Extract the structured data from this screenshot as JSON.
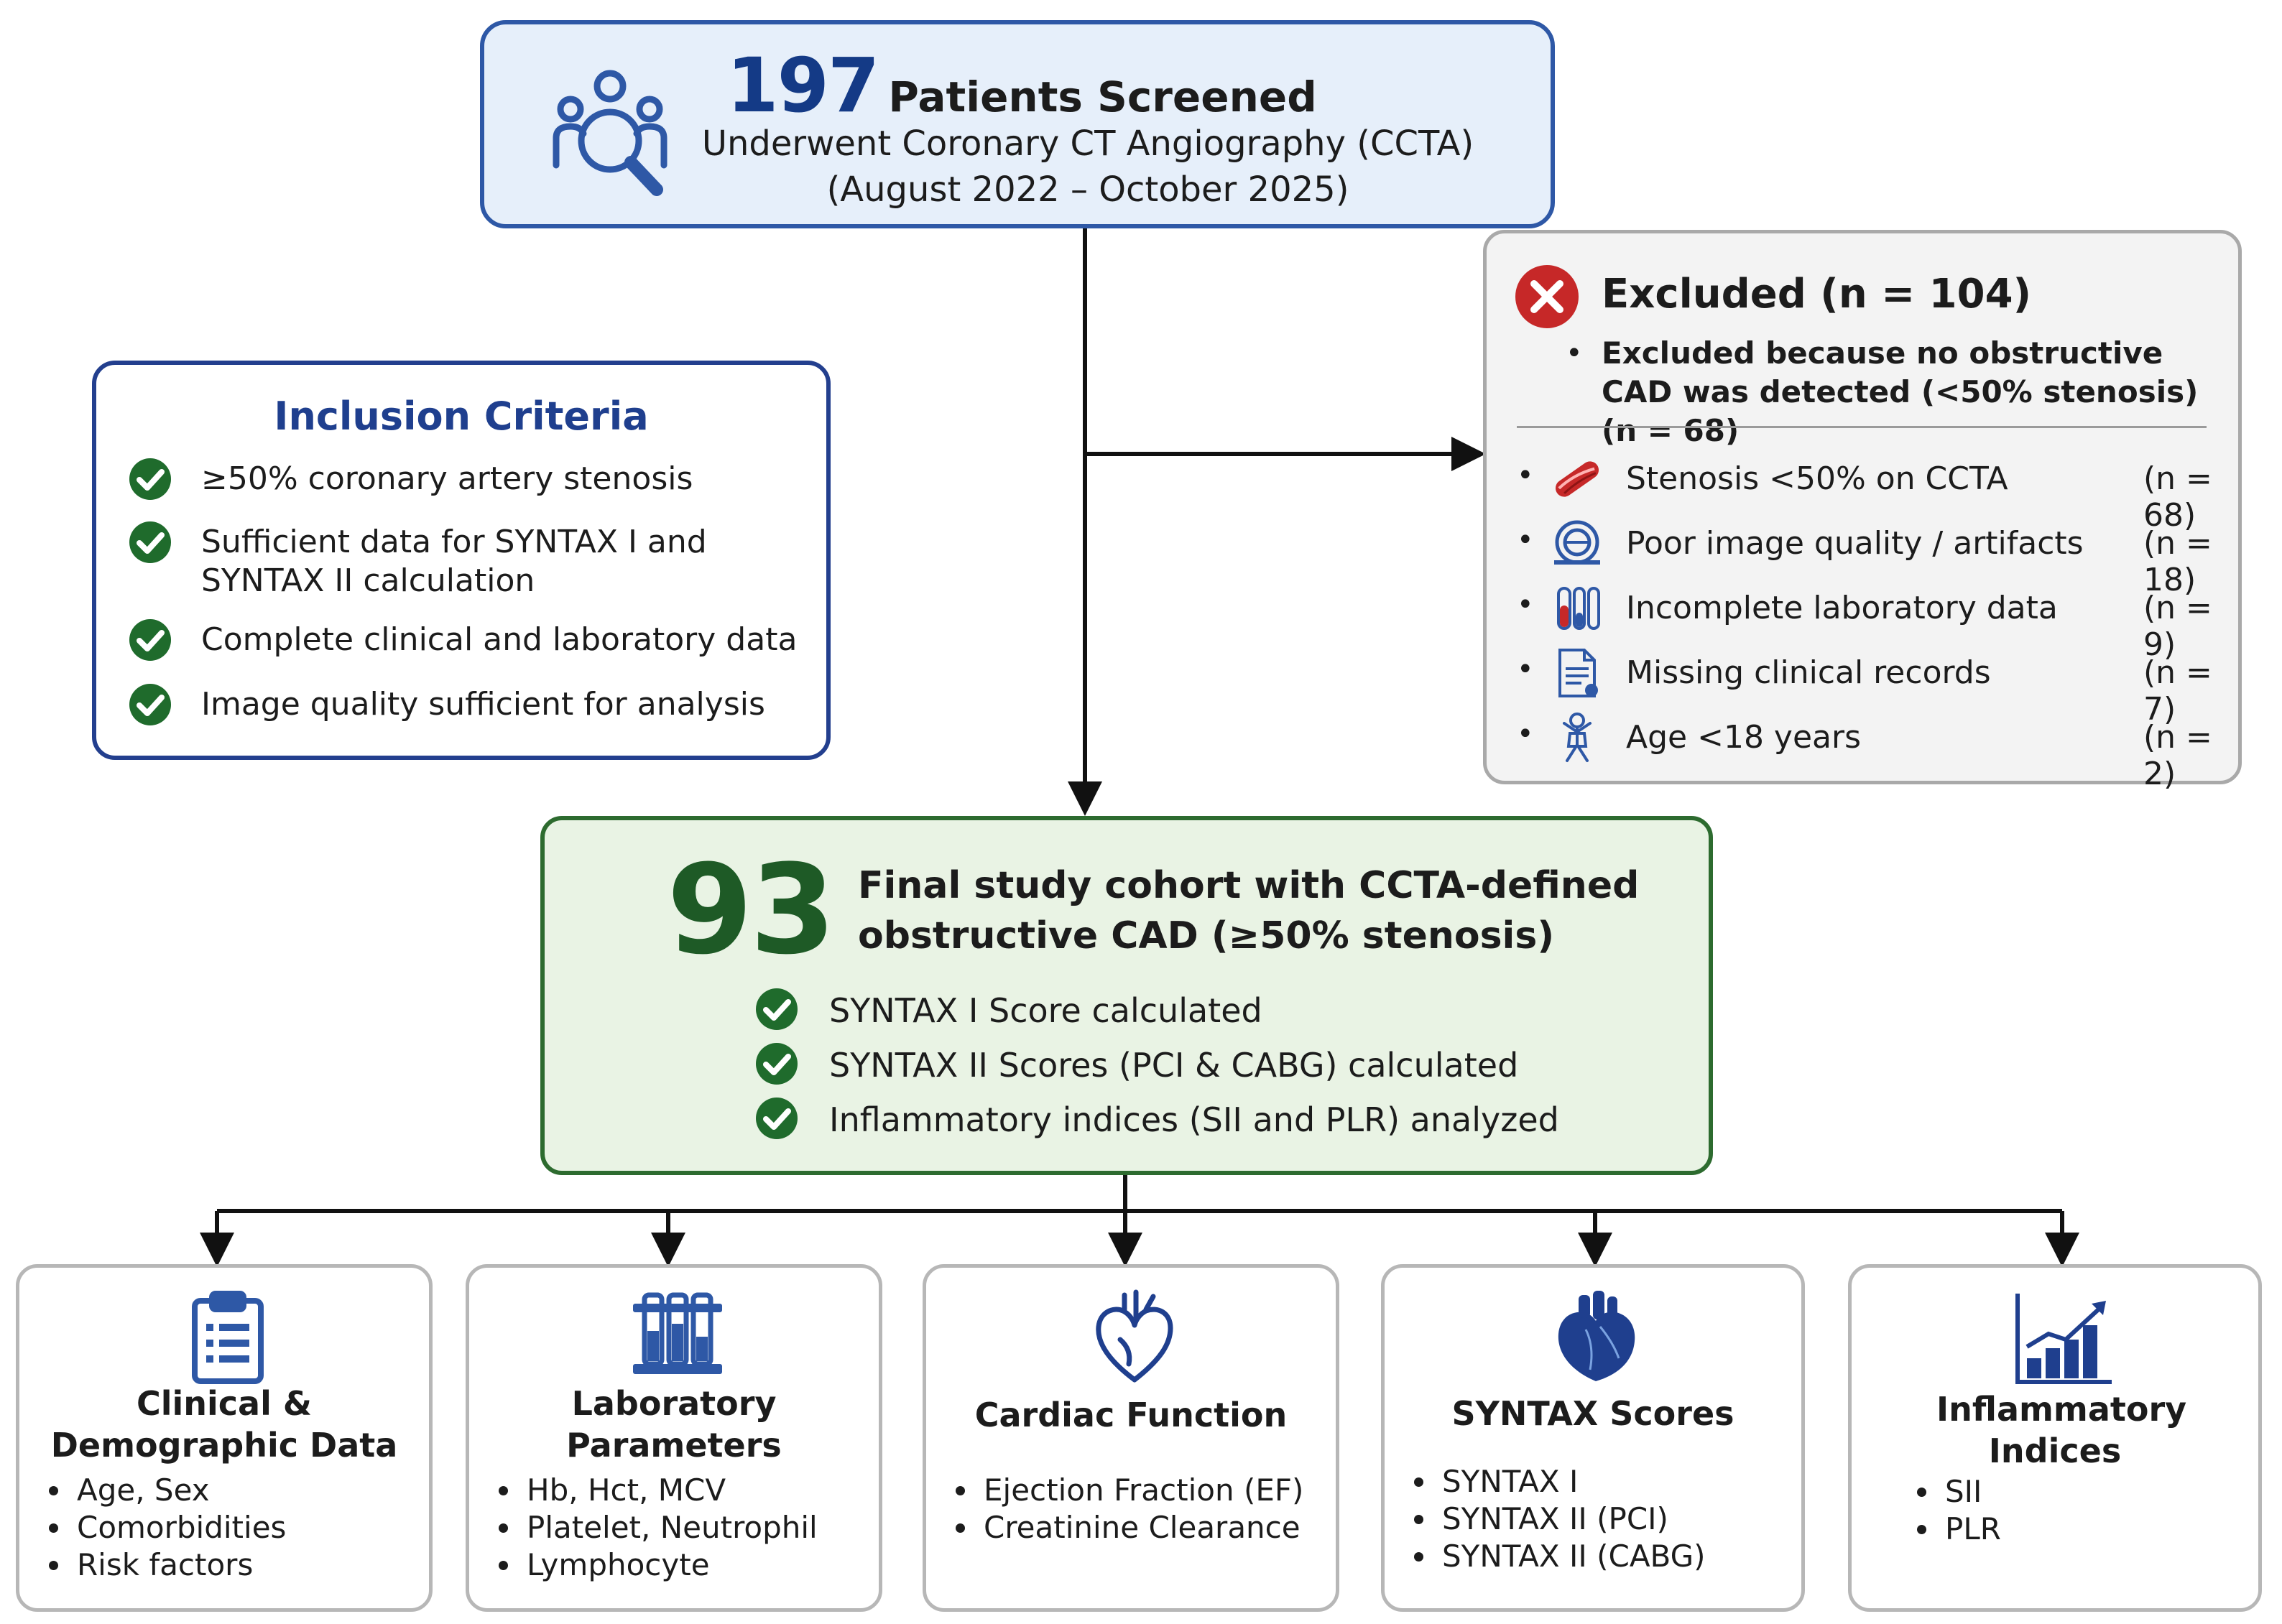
{
  "screening": {
    "count": "197",
    "title": "Patients Screened",
    "line1": "Underwent Coronary CT Angiography (CCTA)",
    "line2": "(August 2022 – October 2025)",
    "icon": "people-search-icon"
  },
  "inclusion": {
    "title": "Inclusion Criteria",
    "items": [
      {
        "text": "≥50% coronary artery stenosis"
      },
      {
        "text": "Sufficient data for SYNTAX I and SYNTAX II calculation"
      },
      {
        "text": "Complete clinical and laboratory data"
      },
      {
        "text": "Image quality sufficient for analysis"
      }
    ]
  },
  "exclusion": {
    "title": "Excluded (n = 104)",
    "note": "Excluded because no obstructive CAD was detected (<50% stenosis)  (n = 68)",
    "items": [
      {
        "label": "Stenosis <50% on CCTA",
        "count": "(n = 68)",
        "icon": "artery-icon"
      },
      {
        "label": "Poor image quality / artifacts",
        "count": "(n = 18)",
        "icon": "ct-scanner-icon"
      },
      {
        "label": "Incomplete laboratory data",
        "count": "(n = 9)",
        "icon": "test-tubes-icon"
      },
      {
        "label": "Missing clinical records",
        "count": "(n = 7)",
        "icon": "document-icon"
      },
      {
        "label": "Age <18 years",
        "count": "(n = 2)",
        "icon": "child-icon"
      }
    ]
  },
  "final": {
    "count": "93",
    "title": "Final study cohort with CCTA-defined obstructive CAD (≥50% stenosis)",
    "items": [
      {
        "text": "SYNTAX I Score calculated"
      },
      {
        "text": "SYNTAX II Scores (PCI & CABG) calculated"
      },
      {
        "text": "Inflammatory indices (SII and PLR) analyzed"
      }
    ]
  },
  "categories": [
    {
      "title": "Clinical & Demographic Data",
      "icon": "clipboard-icon",
      "items": [
        "Age, Sex",
        "Comorbidities",
        "Risk factors"
      ]
    },
    {
      "title": "Laboratory Parameters",
      "icon": "lab-tubes-icon",
      "items": [
        "Hb, Hct, MCV",
        "Platelet, Neutrophil",
        "Lymphocyte"
      ]
    },
    {
      "title": "Cardiac Function",
      "icon": "heart-outline-icon",
      "items": [
        "Ejection Fraction (EF)",
        "Creatinine Clearance"
      ]
    },
    {
      "title": "SYNTAX Scores",
      "icon": "anatomical-heart-icon",
      "items": [
        "SYNTAX I",
        "SYNTAX II (PCI)",
        "SYNTAX II (CABG)"
      ]
    },
    {
      "title": "Inflammatory Indices",
      "icon": "bar-chart-icon",
      "items": [
        "SII",
        "PLR"
      ]
    }
  ],
  "colors": {
    "blue": "#2e58a6",
    "green": "#2d6b2f",
    "red": "#c62828",
    "gray": "#a9a9a9"
  }
}
